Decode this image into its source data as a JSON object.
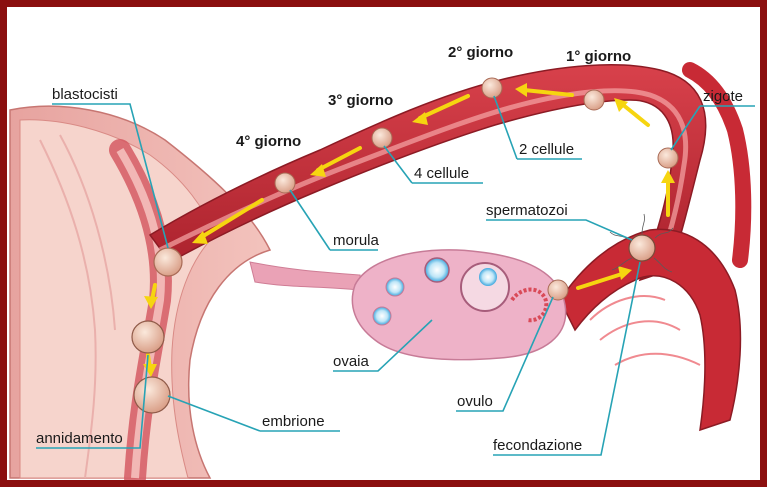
{
  "labels": {
    "blastocisti": "blastocisti",
    "morula": "morula",
    "quattro_cellule": "4 cellule",
    "due_cellule": "2 cellule",
    "zigote": "zigote",
    "spermatozoi": "spermatozoi",
    "ovaia": "ovaia",
    "ovulo": "ovulo",
    "embrione": "embrione",
    "annidamento": "annidamento",
    "fecondazione": "fecondazione"
  },
  "days": {
    "giorno1": "1° giorno",
    "giorno2": "2° giorno",
    "giorno3": "3° giorno",
    "giorno4": "4° giorno"
  },
  "colors": {
    "frame": "#8b0f0f",
    "leader_line": "#27a3b5",
    "arrow": "#f6d510",
    "tube": "#c9303c",
    "ovary": "#e8a5c0",
    "uterus_wall": "#e99aa0"
  }
}
